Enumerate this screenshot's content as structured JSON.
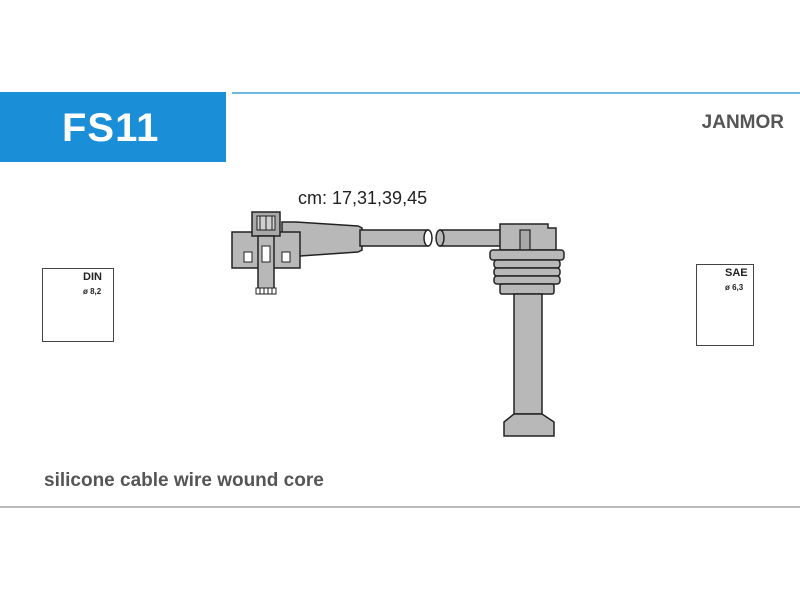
{
  "header": {
    "code": "FS11",
    "brand": "JANMOR"
  },
  "diagram": {
    "lengths_label": "cm: 17,31,39,45",
    "description": "silicone cable wire wound core"
  },
  "din_box": {
    "label": "DIN",
    "diameter": "ø 8,2"
  },
  "sae_box": {
    "label": "SAE",
    "diameter": "ø 6,3"
  },
  "colors": {
    "code_background": "#1a8fd8",
    "header_line": "#6fb8de",
    "cable_fill": "#b8b8b8",
    "outline": "#222222"
  }
}
